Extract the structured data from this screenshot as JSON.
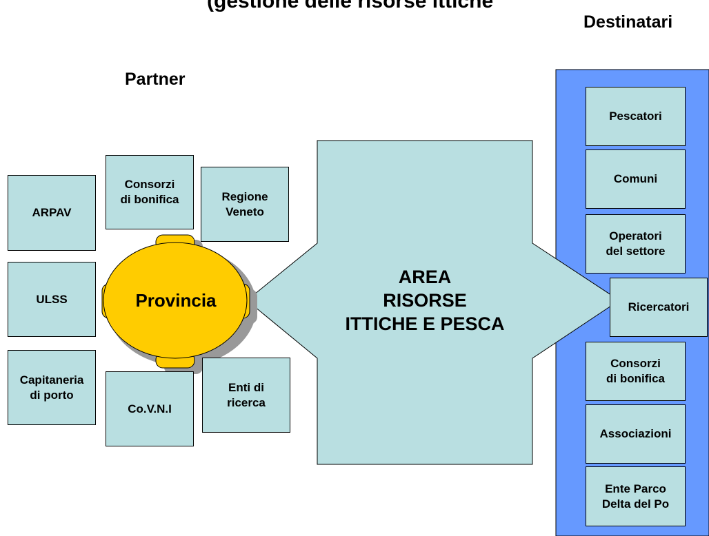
{
  "title_partial": "(gestione delle risorse ittiche",
  "headings": {
    "destinatari": "Destinatari",
    "partner": "Partner"
  },
  "center": {
    "label": "AREA\nRISORSE\nITTICHE E PESCA"
  },
  "hub": {
    "label": "Provincia"
  },
  "partners": [
    {
      "id": "arpav",
      "label": "ARPAV"
    },
    {
      "id": "consorzi",
      "label": "Consorzi\ndi bonifica"
    },
    {
      "id": "regione",
      "label": "Regione\nVeneto"
    },
    {
      "id": "ulss",
      "label": "ULSS"
    },
    {
      "id": "capitaneria",
      "label": "Capitaneria\ndi porto"
    },
    {
      "id": "covni",
      "label": "Co.V.N.I"
    },
    {
      "id": "enti",
      "label": "Enti di\nricerca"
    }
  ],
  "destinatari": [
    {
      "id": "pescatori",
      "label": "Pescatori"
    },
    {
      "id": "comuni",
      "label": "Comuni"
    },
    {
      "id": "operatori",
      "label": "Operatori\ndel settore"
    },
    {
      "id": "ricercatori",
      "label": "Ricercatori"
    },
    {
      "id": "consorzi-dest",
      "label": "Consorzi\ndi bonifica"
    },
    {
      "id": "associazioni",
      "label": "Associazioni"
    },
    {
      "id": "ente-parco",
      "label": "Ente Parco\nDelta del Po"
    }
  ],
  "colors": {
    "box_fill": "#b9dfe1",
    "panel_fill": "#6699ff",
    "hub_fill": "#ffcc00",
    "shadow": "#999999"
  }
}
